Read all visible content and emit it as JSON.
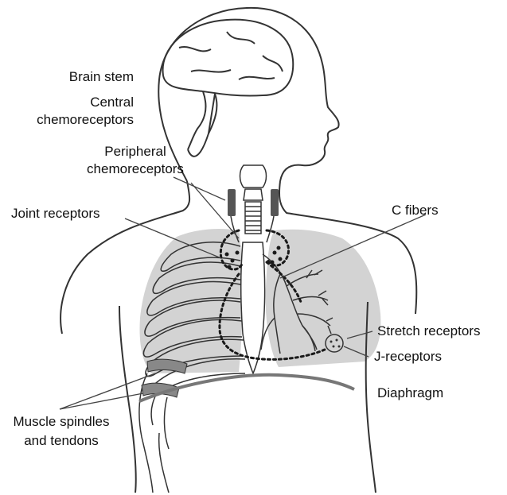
{
  "colors": {
    "outline": "#333333",
    "lung_fill": "#d3d3d3",
    "dots": "#1a1a1a",
    "diaphragm": "#777777",
    "receptor_block": "#555555"
  },
  "labels": {
    "brain_stem": "Brain stem",
    "central_1": "Central",
    "central_2": "chemoreceptors",
    "peripheral_1": "Peripheral",
    "peripheral_2": "chemoreceptors",
    "joint_receptors": "Joint receptors",
    "c_fibers": "C fibers",
    "stretch_receptors": "Stretch receptors",
    "j_receptors": "J-receptors",
    "diaphragm": "Diaphragm",
    "muscle_1": "Muscle spindles",
    "muscle_2": "and tendons"
  },
  "icons": {
    "brain": "brain-icon",
    "lungs": "lungs-icon",
    "ribcage": "ribcage-icon"
  }
}
